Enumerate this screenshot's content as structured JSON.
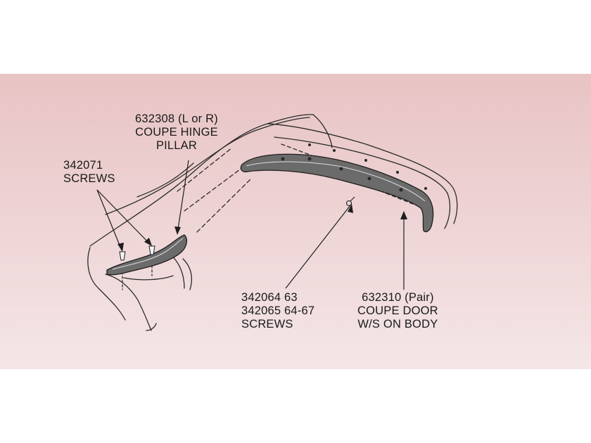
{
  "callouts": {
    "hinge_pillar": {
      "line1": "632308  (L or R)",
      "line2": "COUPE HINGE",
      "line3": "PILLAR"
    },
    "pillar_screws": {
      "line1": "342071",
      "line2": "SCREWS"
    },
    "door_screws": {
      "line1": "342064  63",
      "line2": "342065  64-67",
      "line3": "SCREWS"
    },
    "door_weatherstrip": {
      "line1": "632310 (Pair)",
      "line2": "COUPE DOOR",
      "line3": "W/S ON BODY"
    }
  },
  "colors": {
    "panel_top": "#e8c3c4",
    "panel_bottom": "#f4e6e7",
    "line": "#2a2a2a",
    "part_fill": "#6b6b6b"
  }
}
